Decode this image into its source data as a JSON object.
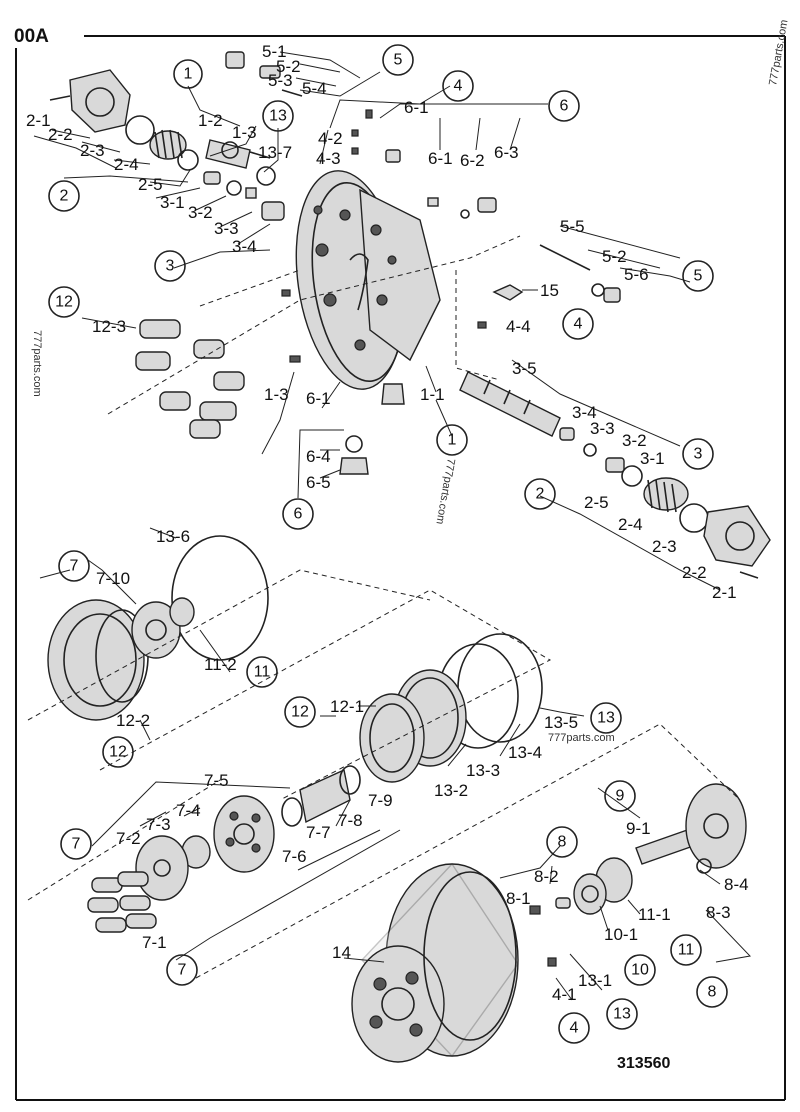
{
  "page_id": "00A",
  "drawing_number": "313560",
  "watermarks": [
    "777parts.com",
    "777parts.com",
    "777parts.com",
    "777parts.com"
  ],
  "callouts": [
    "1",
    "2",
    "3",
    "4",
    "5",
    "6",
    "1",
    "2",
    "3",
    "4",
    "5",
    "6",
    "12",
    "13",
    "7",
    "11",
    "12",
    "12",
    "13",
    "7",
    "9",
    "8",
    "11",
    "10",
    "13",
    "4",
    "7",
    "8"
  ],
  "labels": [
    "5-1",
    "5-2",
    "5-3",
    "5-4",
    "1-2",
    "1-3",
    "13-7",
    "4-2",
    "4-3",
    "6-1",
    "6-1",
    "6-2",
    "6-3",
    "2-1",
    "2-2",
    "2-3",
    "2-4",
    "2-5",
    "3-1",
    "3-2",
    "3-3",
    "3-4",
    "5-5",
    "5-2",
    "5-6",
    "15",
    "4-4",
    "12-3",
    "1-3",
    "6-1",
    "1-1",
    "6-4",
    "6-5",
    "3-5",
    "3-4",
    "3-3",
    "3-2",
    "3-1",
    "2-5",
    "2-4",
    "2-3",
    "2-2",
    "2-1",
    "13-6",
    "7-10",
    "11-2",
    "12-2",
    "12-1",
    "13-5",
    "13-4",
    "13-3",
    "13-2",
    "7-5",
    "7-4",
    "7-3",
    "7-2",
    "7-6",
    "7-7",
    "7-8",
    "7-9",
    "7-1",
    "9-1",
    "8-4",
    "8-3",
    "8-2",
    "8-1",
    "11-1",
    "10-1",
    "14",
    "4-1",
    "13-1"
  ]
}
